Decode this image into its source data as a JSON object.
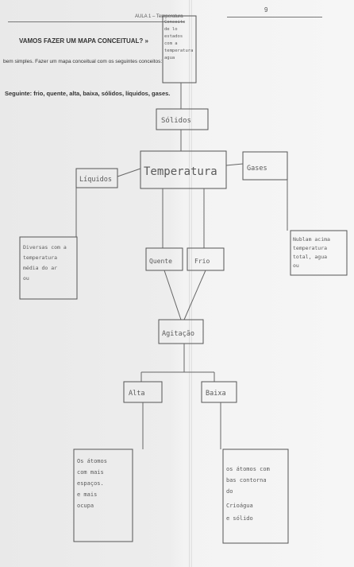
{
  "page": {
    "header_text": "AULA 1 – Temperatura",
    "page_number": "9"
  },
  "printed": {
    "title": "VAMOS FAZER UM MAPA CONCEITUAL? »",
    "instruction": "bem simples. Fazer um mapa conceitual com os seguintes conceitos:",
    "concepts": "Seguinte: frio, quente, alta, baixa, sólidos, líquidos, gases."
  },
  "map": {
    "corner_note": [
      "Conceito",
      "de lo",
      "estados",
      "com a",
      "temperatura",
      "agua"
    ],
    "solidos": "Sólidos",
    "temperatura": "Temperatura",
    "liquidos": "Líquidos",
    "gases": "Gases",
    "note_liquidos": [
      "Diversas com a",
      "temperatura",
      "média do ar",
      "ou"
    ],
    "note_gases": [
      "Nublam acima",
      "temperatura",
      "total, agua",
      "ou"
    ],
    "quente": "Quente",
    "frio": "Frio",
    "agitacao": "Agitação",
    "alta": "Alta",
    "baixa": "Baixa",
    "note_alta": [
      "Os átomos",
      "com mais",
      "espaços.",
      "e mais",
      "ocupa"
    ],
    "note_baixa": [
      "os átomos com",
      "bas contorna",
      "do",
      "Crioágua",
      "e sólido"
    ]
  }
}
